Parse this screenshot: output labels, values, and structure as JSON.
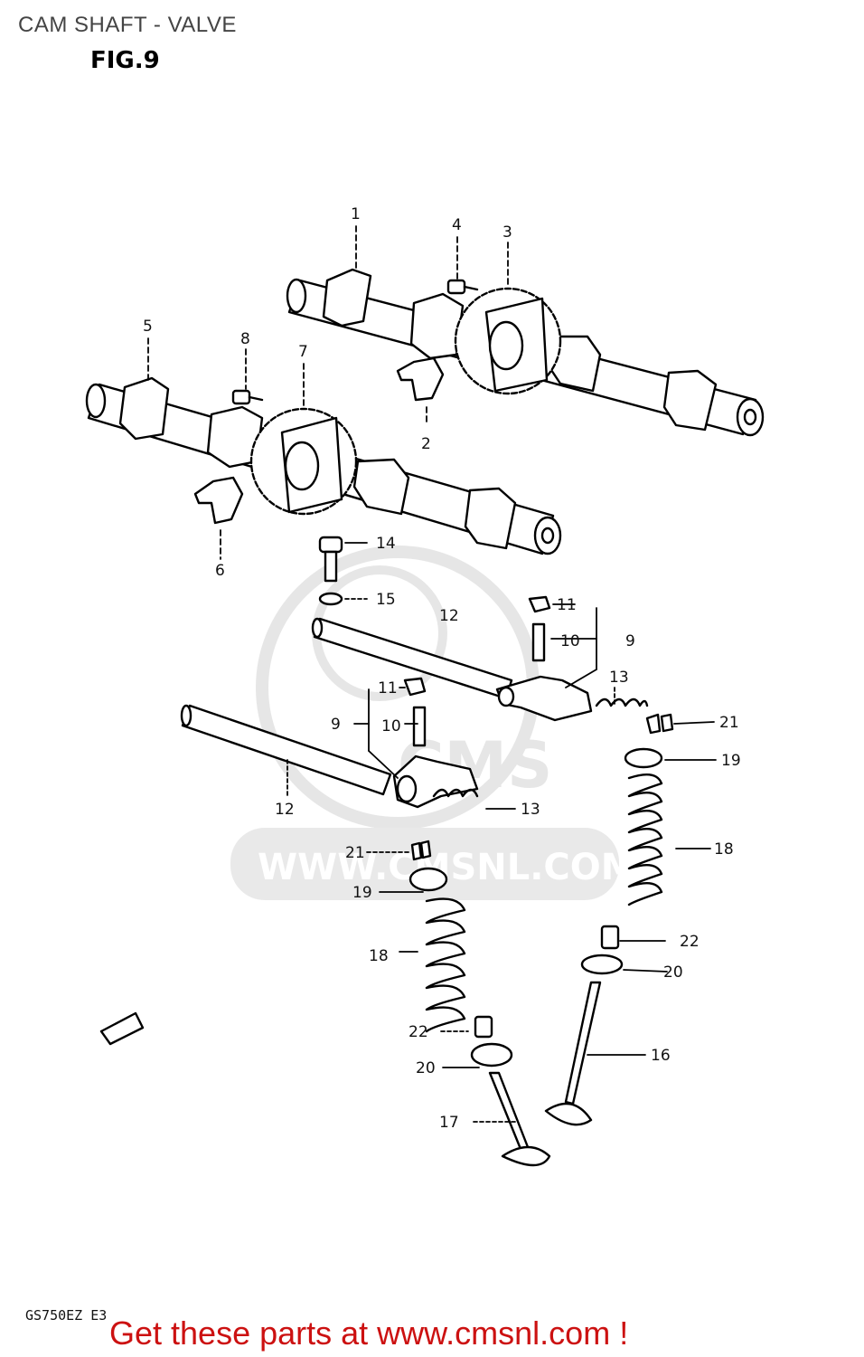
{
  "header": {
    "title": "CAM SHAFT - VALVE"
  },
  "figure": {
    "label": "FIG.9"
  },
  "diagram": {
    "part_numbers": [
      "1",
      "2",
      "3",
      "4",
      "5",
      "6",
      "7",
      "8",
      "9",
      "10",
      "11",
      "12",
      "13",
      "14",
      "15",
      "16",
      "17",
      "18",
      "19",
      "20",
      "21",
      "22"
    ]
  },
  "footer": {
    "code": "GS750EZ E3",
    "link_text": "Get these parts at www.cmsnl.com !",
    "link_color": "#cc1111"
  },
  "watermark": {
    "brand": "CMS",
    "url": "WWW.CMSNL.COM"
  },
  "icons": {
    "direction": "fwd-arrow-icon"
  }
}
